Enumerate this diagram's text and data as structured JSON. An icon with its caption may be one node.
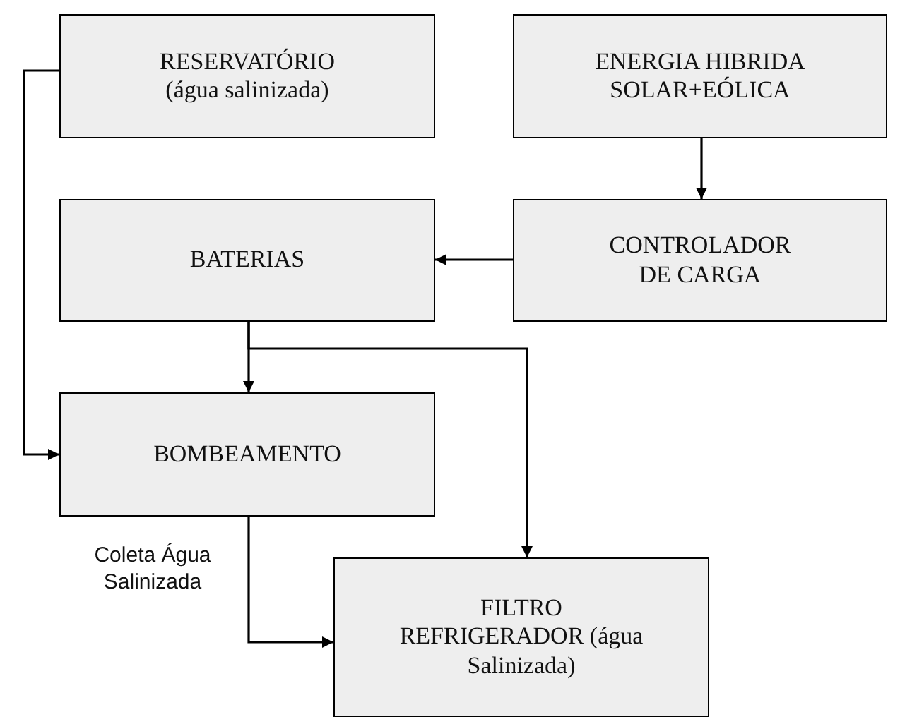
{
  "diagram": {
    "nodes": [
      {
        "text": [
          "RESERVATÓRIO (água salinizada)"
        ]
      },
      {
        "text": [
          "ENERGIA HIBRIDA SOLAR+EÓLICA"
        ]
      },
      {
        "text": [
          "BATERIAS"
        ]
      },
      {
        "text": [
          "CONTROLADOR DE CARGA"
        ]
      },
      {
        "text": [
          "BOMBEAMENTO"
        ]
      },
      {
        "text": [
          "FILTRO REFRIGERADOR (água Salinizada)"
        ]
      }
    ],
    "edges": [
      {
        "from": 1,
        "to": 3,
        "arrow": "to"
      },
      {
        "from": 3,
        "to": 2,
        "arrow": "to"
      },
      {
        "from": 2,
        "to": 4,
        "arrow": "to"
      },
      {
        "from": 2,
        "to": 5,
        "arrow": "to"
      },
      {
        "from": 0,
        "to": 4,
        "arrow": "to"
      },
      {
        "from": 4,
        "to": 5,
        "arrow": "to",
        "label": "Coleta Água Salinizada"
      }
    ]
  }
}
